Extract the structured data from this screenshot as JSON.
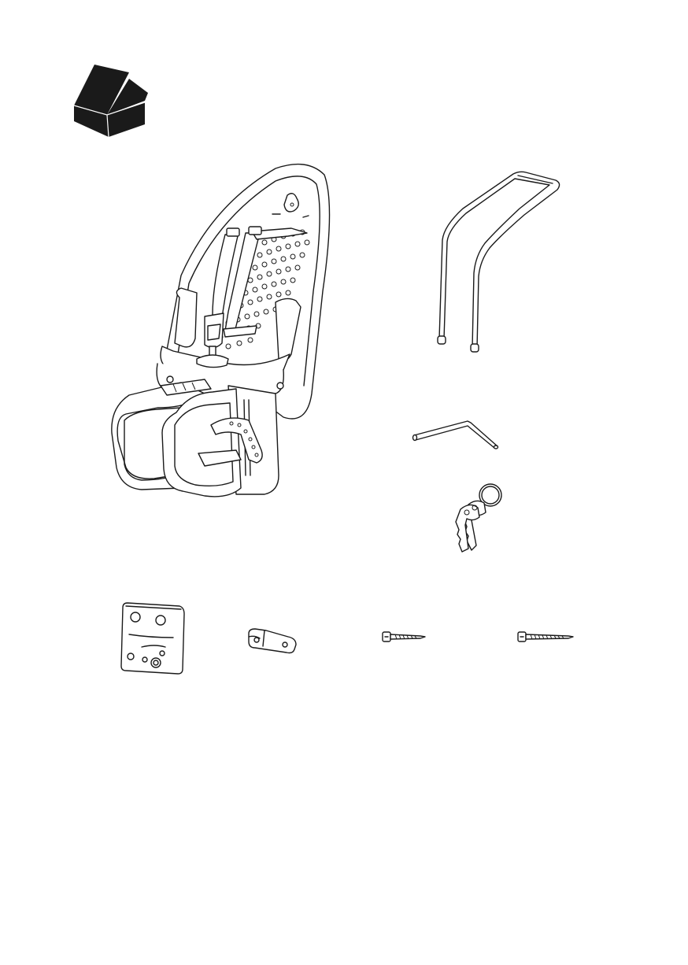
{
  "page": {
    "section": "package-contents",
    "accent": "#1a1a1a",
    "background": "#ffffff"
  },
  "icons": {
    "box": "open-box-icon",
    "seat": "child-bike-seat",
    "frame": "seat-mounting-frame",
    "hex_key": "hex-key-icon",
    "keys": "lock-keys-icon",
    "bracket": "mounting-bracket",
    "clamp": "frame-clamp",
    "screw_short": "short-screw",
    "screw_long": "long-screw"
  }
}
